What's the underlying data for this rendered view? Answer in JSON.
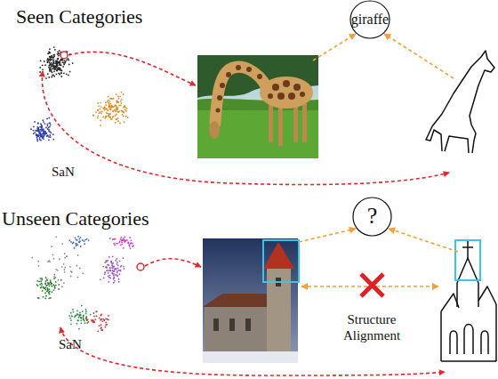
{
  "diagram": {
    "nodes": [
      {
        "text": [
          "giraffe"
        ]
      },
      {
        "text": [
          "?"
        ]
      }
    ],
    "labels": [
      "Seen Categories",
      "SaN",
      "Unseen Categories",
      "Structure Alignment",
      "SaN"
    ]
  }
}
